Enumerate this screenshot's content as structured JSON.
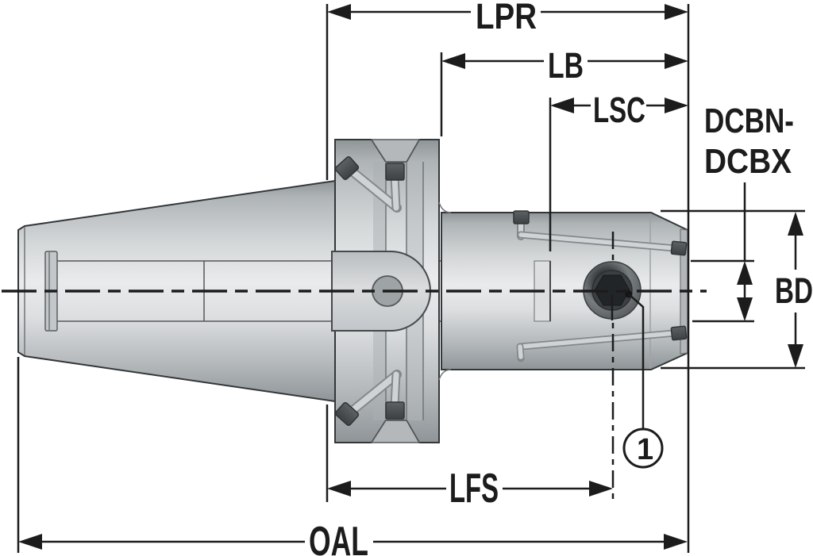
{
  "labels": {
    "lpr": "LPR",
    "lb": "LB",
    "lsc": "LSC",
    "dcbn_line1": "DCBN-",
    "dcbn_line2": "DCBX",
    "bd": "BD",
    "lfs": "LFS",
    "oal": "OAL"
  },
  "callout": {
    "number": "1"
  },
  "colors": {
    "background": "#ffffff",
    "dimension_ink": "#1c1c1c",
    "part_outline": "#33373a",
    "metal_highlight": "#e9ebec",
    "metal_mid": "#c9cccd",
    "metal_shadow": "#969b9e",
    "plug_dark": "#4a4e51",
    "socket_dark": "#232527"
  }
}
